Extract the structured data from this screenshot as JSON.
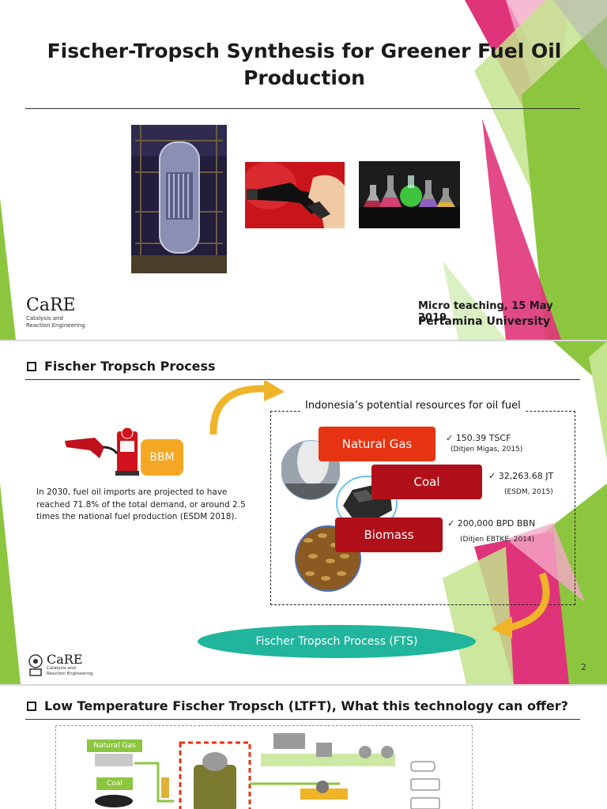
{
  "slide1": {
    "title": "Fischer-Tropsch Synthesis for Greener Fuel Oil Production",
    "logo": {
      "name": "CaRE",
      "subtitle_line1": "Catalysis and",
      "subtitle_line2": "Reaction Engineering"
    },
    "event": "Micro teaching, 15 May 2019",
    "institution": "Pertamina University",
    "images": [
      "reactor-photo",
      "fuel-nozzle-photo",
      "chemistry-flasks-photo"
    ]
  },
  "slide2": {
    "section_title": "Fischer Tropsch  Process",
    "bbm_label": "BBM",
    "paragraph": "In 2030, fuel oil imports are projected to have reached 71.8% of the total demand, or around 2.5 times the national fuel production (ESDM 2018).",
    "resources_title": "Indonesia’s potential resources for oil fuel",
    "resources": [
      {
        "label": "Natural Gas",
        "value": "150.39 TSCF",
        "source": "(Ditjen Migas, 2015)"
      },
      {
        "label": "Coal",
        "value": "32,263.68 JT",
        "source": "(ESDM, 2015)"
      },
      {
        "label": "Biomass",
        "value": "200,000 BPD BBN",
        "source": "(Ditjen EBTKE, 2014)"
      }
    ],
    "fts_label": "Fischer Tropsch Process (FTS)",
    "page_number": "2",
    "logo": {
      "name": "CaRE",
      "subtitle_line1": "Catalysis and",
      "subtitle_line2": "Reaction Engineering"
    },
    "colors": {
      "pill_red": "#c0101c",
      "fts_teal": "#20b59c",
      "bbm_orange": "#f5a623",
      "arrow_gold": "#f0b429"
    }
  },
  "slide3": {
    "section_title": "Low Temperature Fischer Tropsch (LTFT), What this technology can offer?",
    "diagram_labels": [
      "Natural Gas",
      "Coal"
    ]
  }
}
